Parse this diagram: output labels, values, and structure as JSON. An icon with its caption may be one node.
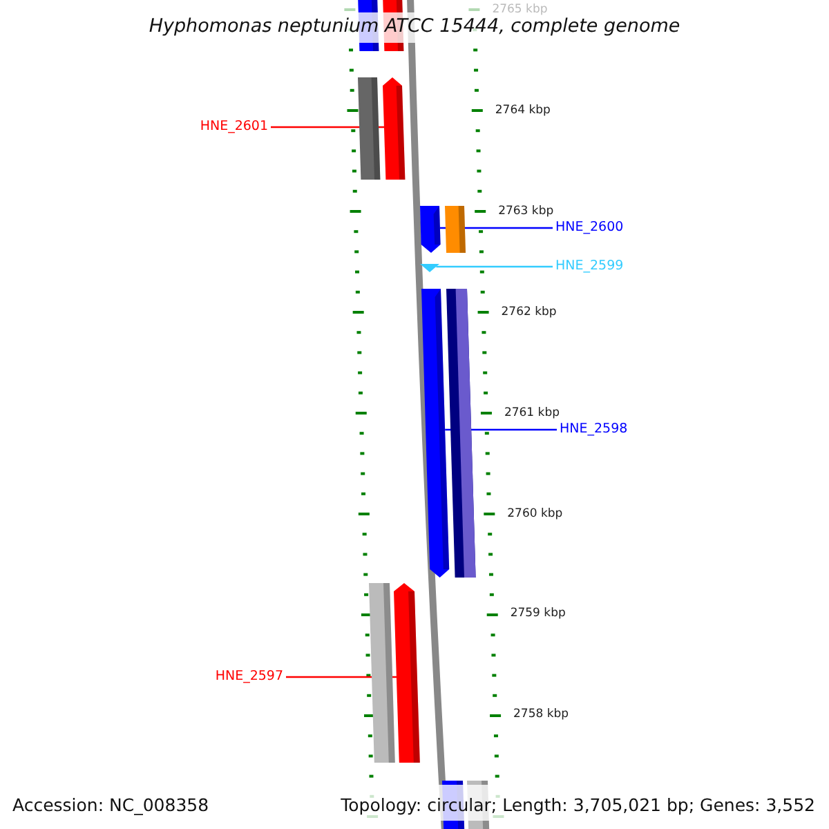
{
  "diagram": {
    "title": "Hyphomonas neptunium ATCC 15444, complete genome",
    "nodes": [
      {
        "text": [],
        "shape": "bar"
      },
      {
        "text": [],
        "shape": "bar"
      },
      {
        "text": [],
        "shape": "bar"
      },
      {
        "text": [],
        "shape": "arrow"
      },
      {
        "text": [
          "HNE_2601"
        ]
      },
      {
        "text": [],
        "shape": "arrow"
      },
      {
        "text": [],
        "shape": "bar"
      },
      {
        "text": [
          "HNE_2600"
        ]
      },
      {
        "text": [],
        "shape": "triangle"
      },
      {
        "text": [
          "HNE_2599"
        ]
      },
      {
        "text": [],
        "shape": "arrow"
      },
      {
        "text": [],
        "shape": "bar"
      },
      {
        "text": [
          "HNE_2598"
        ]
      },
      {
        "text": [],
        "shape": "bar"
      },
      {
        "text": [],
        "shape": "arrow"
      },
      {
        "text": [
          "HNE_2597"
        ]
      },
      {
        "text": [],
        "shape": "bar"
      },
      {
        "text": [],
        "shape": "bar"
      }
    ],
    "edges": [
      {
        "from": 4,
        "to": 3,
        "arrow": "none",
        "color": "#ff0000"
      },
      {
        "from": 7,
        "to": 5,
        "arrow": "none",
        "color": "#0000ff"
      },
      {
        "from": 9,
        "to": 8,
        "arrow": "none",
        "color": "#33ccff"
      },
      {
        "from": 12,
        "to": 10,
        "arrow": "none",
        "color": "#0000ff"
      },
      {
        "from": 15,
        "to": 14,
        "arrow": "none",
        "color": "#ff0000"
      }
    ],
    "labels": [
      "2765 kbp",
      "2764 kbp",
      "2763 kbp",
      "2762 kbp",
      "2761 kbp",
      "2760 kbp",
      "2759 kbp",
      "2758 kbp",
      "Accession: NC_008358",
      "Topology: circular; Length: 3,705,021 bp; Genes: 3,552"
    ]
  }
}
